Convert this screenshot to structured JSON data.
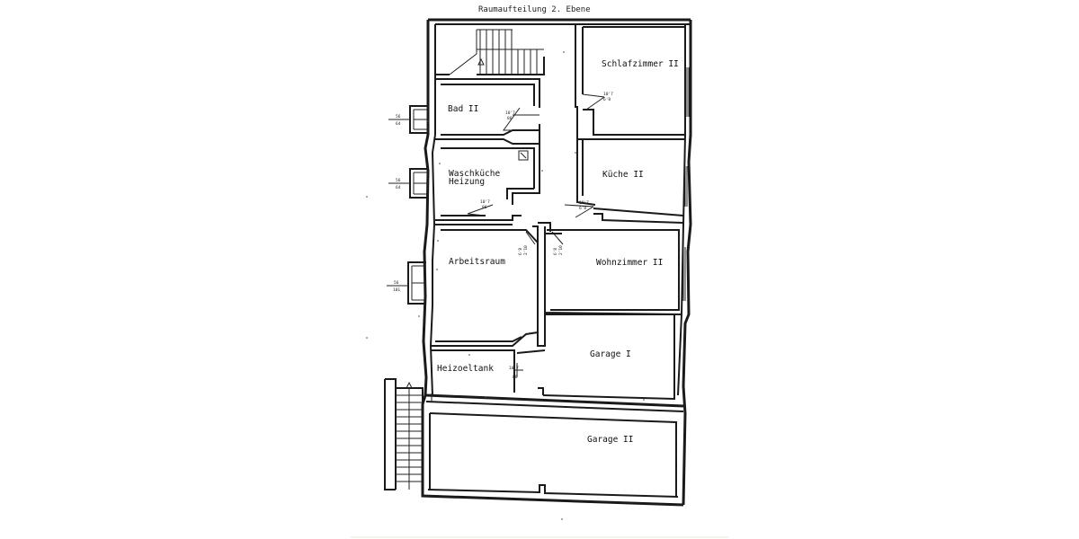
{
  "title": "Raumaufteilung 2. Ebene",
  "rooms": [
    {
      "id": "schlafzimmer-ii",
      "label": "Schlafzimmer II"
    },
    {
      "id": "bad-ii",
      "label": "Bad II"
    },
    {
      "id": "kueche-ii",
      "label": "Küche II"
    },
    {
      "id": "waschkueche",
      "label": "Waschküche"
    },
    {
      "id": "heizung",
      "label": "Heizung"
    },
    {
      "id": "arbeitsraum",
      "label": "Arbeitsraum"
    },
    {
      "id": "wohnzimmer-ii",
      "label": "Wohnzimmer II"
    },
    {
      "id": "heizoeltank",
      "label": "Heizoeltank"
    },
    {
      "id": "garage-i",
      "label": "Garage I"
    },
    {
      "id": "garage-ii",
      "label": "Garage II"
    }
  ],
  "door_marks": {
    "schlafzimmer": [
      "10'7",
      "6'8"
    ],
    "bad": [
      "10'7",
      "86"
    ],
    "waschkueche": [
      "10'7",
      "86"
    ],
    "kueche": [
      "10'7",
      "6'8"
    ],
    "arbeitsraum": [
      "6'8",
      "2'10"
    ],
    "wohnzimmer": [
      "6'8",
      "2'10"
    ],
    "heizoeltank": [
      "10'7",
      "86"
    ]
  },
  "window_marks": {
    "bad": [
      "56",
      "64"
    ],
    "waschkueche": [
      "56",
      "64"
    ],
    "arbeitsraum": [
      "56",
      "101"
    ]
  }
}
